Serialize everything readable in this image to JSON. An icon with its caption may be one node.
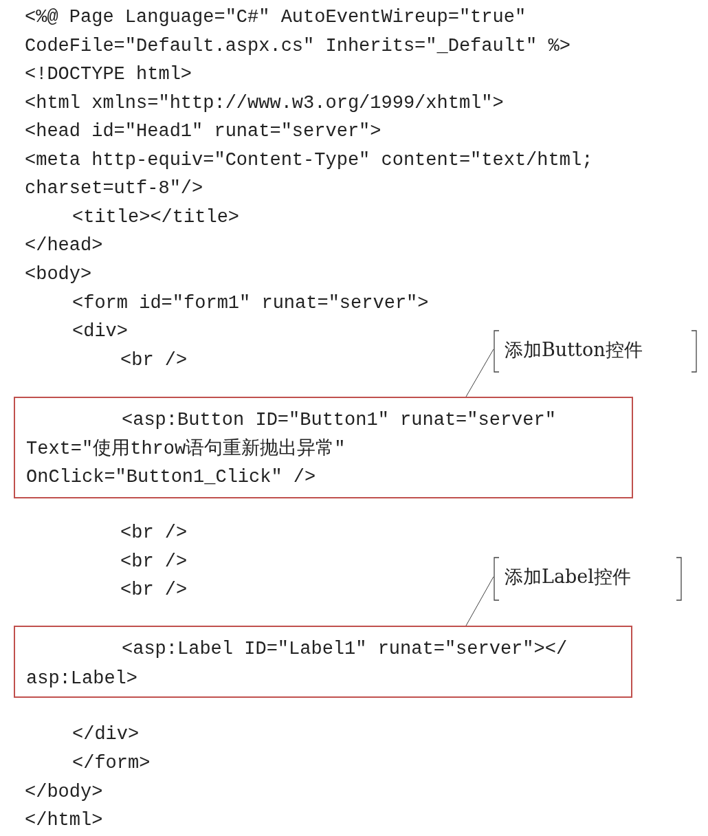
{
  "diagram": {
    "nodes": [
      {
        "text": [
          "<asp:Button ID=\"Button1\" runat=\"server\"",
          "Text=\"使用throw语句重新抛出异常\"",
          "OnClick=\"Button1_Click\" />"
        ]
      },
      {
        "text": [
          "添加Button控件"
        ]
      },
      {
        "text": [
          "<asp:Label ID=\"Label1\" runat=\"server\"></",
          "asp:Label>"
        ]
      },
      {
        "text": [
          "添加Label控件"
        ]
      }
    ],
    "edges": [
      {
        "from": 1,
        "to": 0,
        "arrow": "none"
      },
      {
        "from": 3,
        "to": 2,
        "arrow": "none"
      }
    ],
    "labels": [
      "<%@ Page Language=\"C#\" AutoEventWireup=\"true\"",
      "CodeFile=\"Default.aspx.cs\" Inherits=\"_Default\" %>",
      "<!DOCTYPE html>",
      "<html xmlns=\"http://www.w3.org/1999/xhtml\">",
      "<head id=\"Head1\" runat=\"server\">",
      "<meta http-equiv=\"Content-Type\" content=\"text/html;",
      "charset=utf-8\"/>",
      "<title></title>",
      "</head>",
      "<body>",
      "<form id=\"form1\" runat=\"server\">",
      "<div>",
      "<br />",
      "<br />",
      "<br />",
      "<br />",
      "</div>",
      "</form>",
      "</body>",
      "</html>"
    ]
  }
}
